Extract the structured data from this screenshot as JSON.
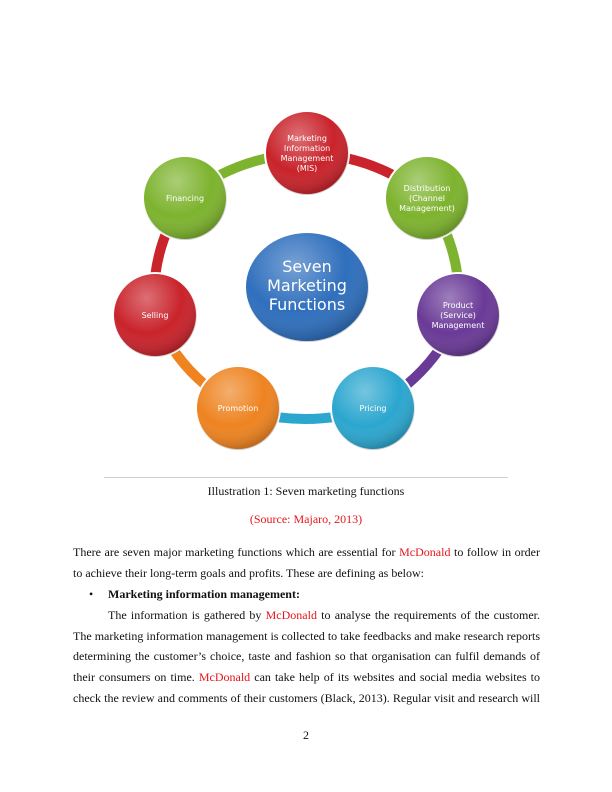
{
  "diagram": {
    "center": [
      "Seven",
      "Marketing",
      "Functions"
    ],
    "nodes": [
      {
        "lines": [
          "Marketing",
          "Information",
          "Management",
          "(MIS)"
        ],
        "color": "#c9232b"
      },
      {
        "lines": [
          "Distribution",
          "(Channel",
          "Management)"
        ],
        "color": "#7db32e"
      },
      {
        "lines": [
          "Product",
          "(Service)",
          "Management"
        ],
        "color": "#6a3a97"
      },
      {
        "lines": [
          "Pricing"
        ],
        "color": "#2ba6cf"
      },
      {
        "lines": [
          "Promotion"
        ],
        "color": "#ee8320"
      },
      {
        "lines": [
          "Selling"
        ],
        "color": "#c9232b"
      },
      {
        "lines": [
          "Financing"
        ],
        "color": "#7db32e"
      }
    ],
    "center_color": "#2f6fbd"
  },
  "caption": "Illustration 1: Seven marketing functions",
  "source": "(Source: Majaro, 2013)",
  "body": {
    "p1_l1a": "There are seven major marketing functions which are essential for",
    "brand": "McDonald",
    "p1_l1b": "to follow in order",
    "p1_l2": "to achieve their long-term goals and profits. These are defining as below:",
    "bullet_heading": "Marketing information management:",
    "p2_l1a": "The information is gathered by",
    "p2_l1b": "to analyse the requirements of the customer.",
    "p2_l2": "The marketing information management is collected to take feedbacks and make research reports",
    "p2_l3": "determining the customer’s choice, taste and fashion so that organisation can fulfil demands of",
    "p2_l4a": "their consumers on time.",
    "p2_l4b": "can take help of its websites and social media websites to",
    "p2_l5": "check the review and comments of their customers (Black, 2013). Regular visit and research will"
  },
  "page_number": "2"
}
